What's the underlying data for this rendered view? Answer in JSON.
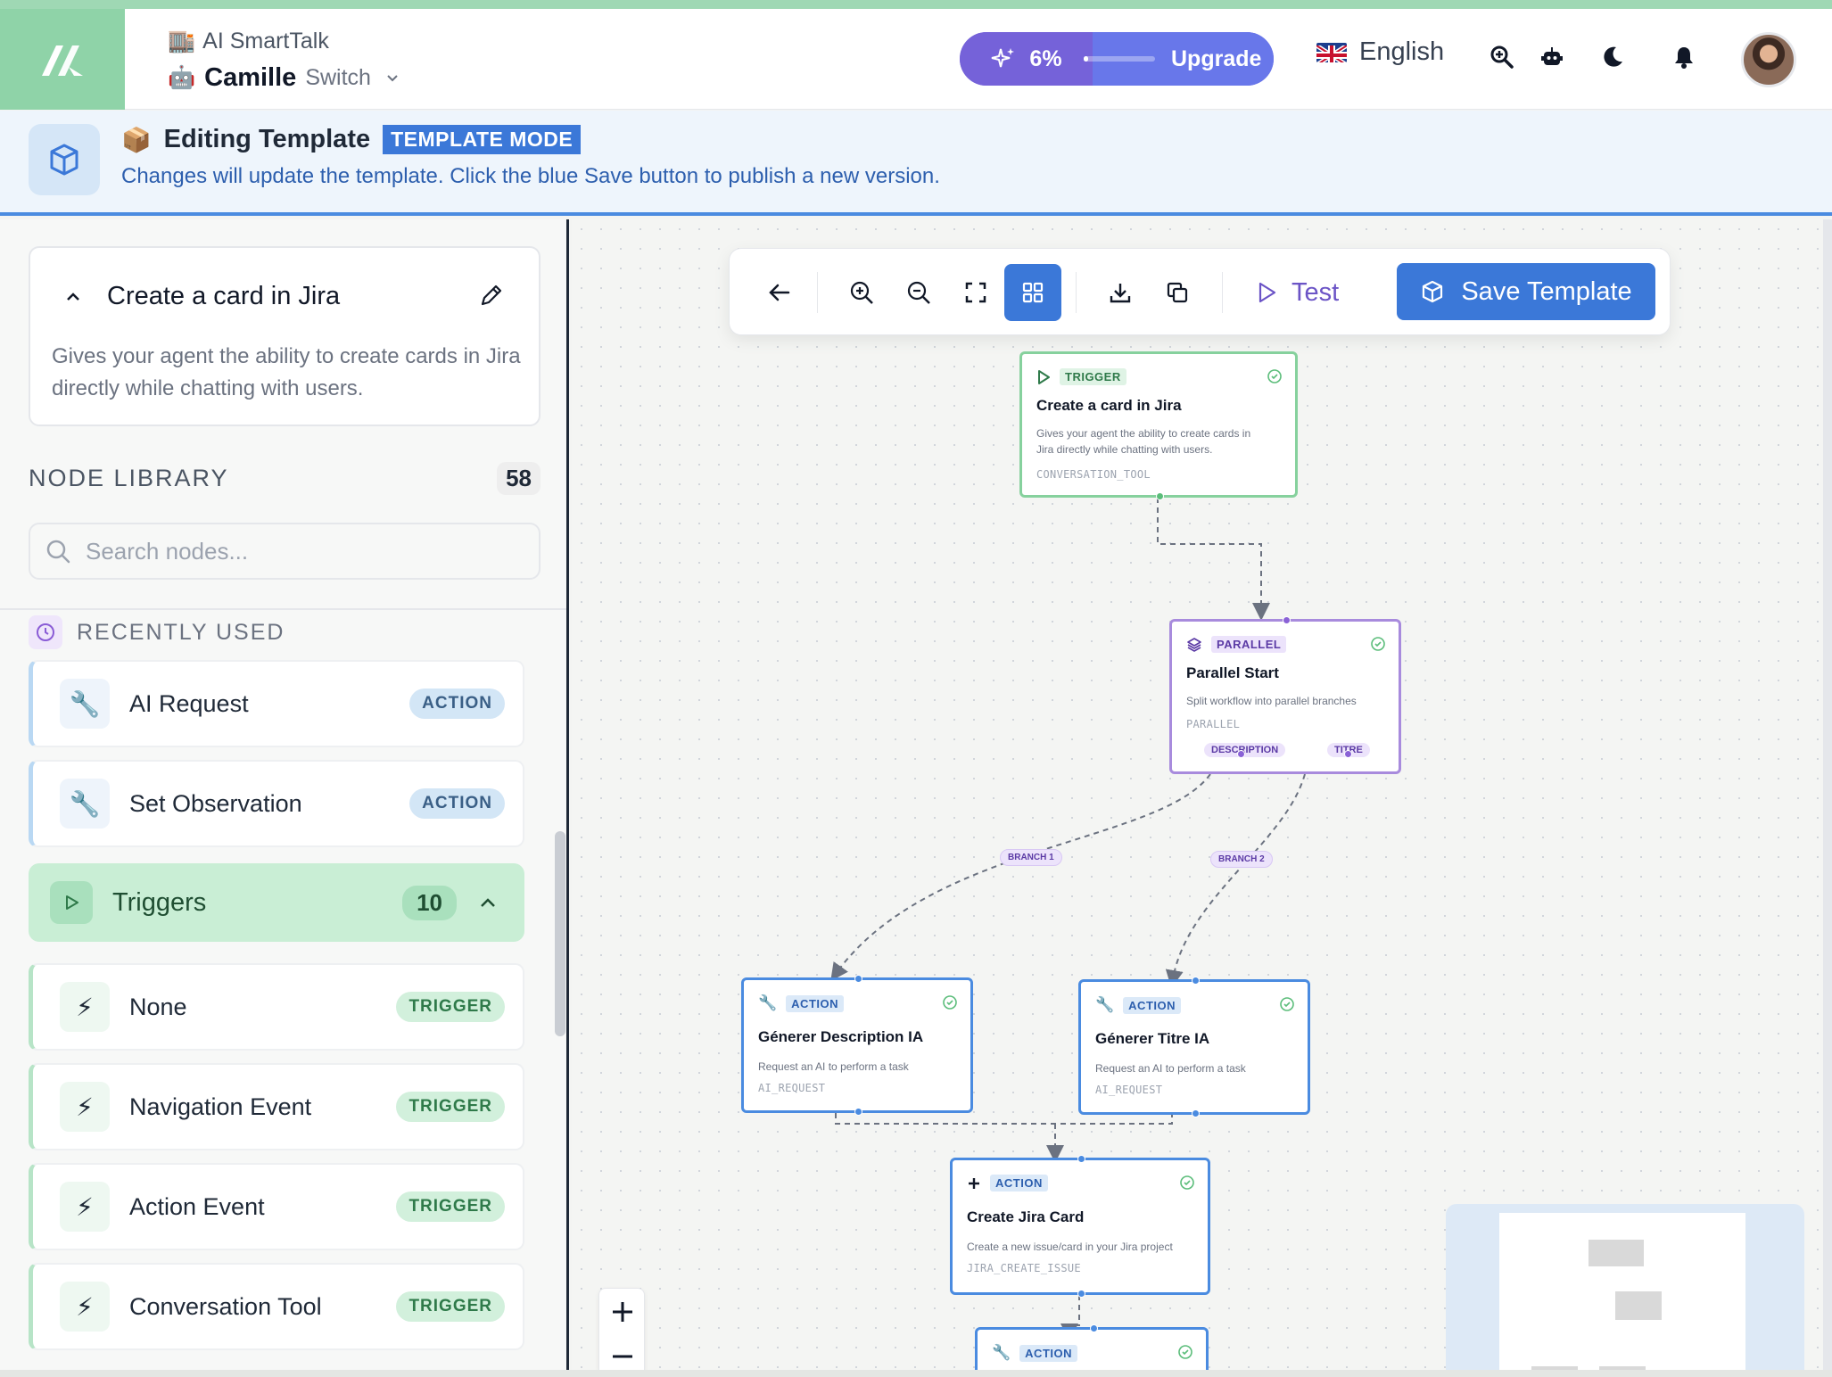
{
  "header": {
    "org_icon": "🏬",
    "org_name": "AI SmartTalk",
    "agent_icon": "🤖",
    "agent_name": "Camille",
    "switch_label": "Switch",
    "usage_percent": "6%",
    "usage_fraction": 0.06,
    "upgrade_label": "Upgrade",
    "language": "English",
    "colors": {
      "accent": "#8fd3a8",
      "upgrade": "#6a5fd8",
      "primary": "#3b78d8"
    }
  },
  "banner": {
    "icon": "📦",
    "title": "Editing Template",
    "badge": "TEMPLATE MODE",
    "subtitle": "Changes will update the template. Click the blue Save button to publish a new version."
  },
  "workflow": {
    "title": "Create a card in Jira",
    "description": "Gives your agent the ability to create cards in Jira directly while chatting with users."
  },
  "library": {
    "title": "NODE LIBRARY",
    "count": "58",
    "search_placeholder": "Search nodes...",
    "recent_title": "RECENTLY USED",
    "recent": [
      {
        "label": "AI Request",
        "badge": "ACTION",
        "icon": "wrench-icon"
      },
      {
        "label": "Set Observation",
        "badge": "ACTION",
        "icon": "wrench-icon"
      }
    ],
    "category": {
      "label": "Triggers",
      "count": "10"
    },
    "triggers": [
      {
        "label": "None",
        "badge": "TRIGGER",
        "icon": "lightning-icon"
      },
      {
        "label": "Navigation Event",
        "badge": "TRIGGER",
        "icon": "lightning-icon"
      },
      {
        "label": "Action Event",
        "badge": "TRIGGER",
        "icon": "lightning-icon"
      },
      {
        "label": "Conversation Tool",
        "badge": "TRIGGER",
        "icon": "lightning-icon"
      }
    ]
  },
  "toolbar": {
    "test_label": "Test",
    "save_label": "Save Template"
  },
  "canvas": {
    "nodes": {
      "trigger": {
        "type": "TRIGGER",
        "title": "Create a card in Jira",
        "desc1": "Gives your agent the ability to create cards in",
        "desc2": "Jira directly while chatting with users.",
        "code": "CONVERSATION_TOOL"
      },
      "parallel": {
        "type": "PARALLEL",
        "title": "Parallel Start",
        "desc": "Split workflow into parallel branches",
        "code": "PARALLEL",
        "chip1": "DESCRIPTION",
        "chip2": "TITRE"
      },
      "desc_ia": {
        "type": "ACTION",
        "title": "Génerer Description IA",
        "desc": "Request an AI to perform a task",
        "code": "AI_REQUEST"
      },
      "titre_ia": {
        "type": "ACTION",
        "title": "Génerer Titre IA",
        "desc": "Request an AI to perform a task",
        "code": "AI_REQUEST"
      },
      "jira_card": {
        "type": "ACTION",
        "title": "Create Jira Card",
        "desc": "Create a new issue/card in your Jira project",
        "code": "JIRA_CREATE_ISSUE"
      },
      "next_action": {
        "type": "ACTION"
      }
    },
    "branch1": "BRANCH 1",
    "branch2": "BRANCH 2"
  }
}
